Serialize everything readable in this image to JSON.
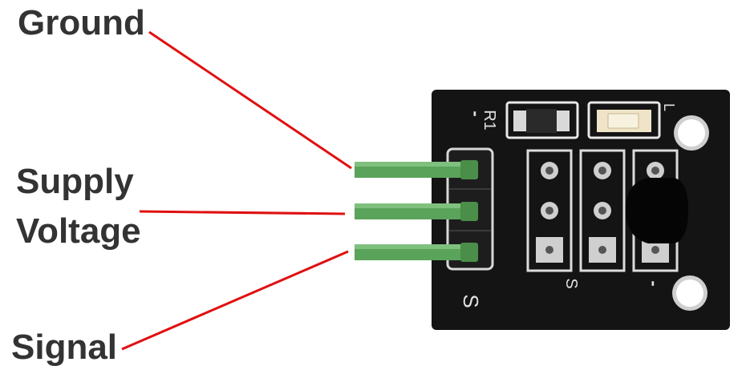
{
  "labels": {
    "ground": "Ground",
    "supply_line1": "Supply",
    "supply_line2": "Voltage",
    "signal": "Signal"
  },
  "board": {
    "r1_marking": "R1",
    "l_marking": "L",
    "s_marking_header": "S",
    "s_marking_middle": "S",
    "minus_marking_top": "-",
    "minus_marking_right": "-"
  },
  "colors": {
    "pointer_line": "#e01010",
    "board": "#141414",
    "pin": "#5aa35a",
    "label_text": "#333333",
    "pad": "#dcdcdc"
  }
}
